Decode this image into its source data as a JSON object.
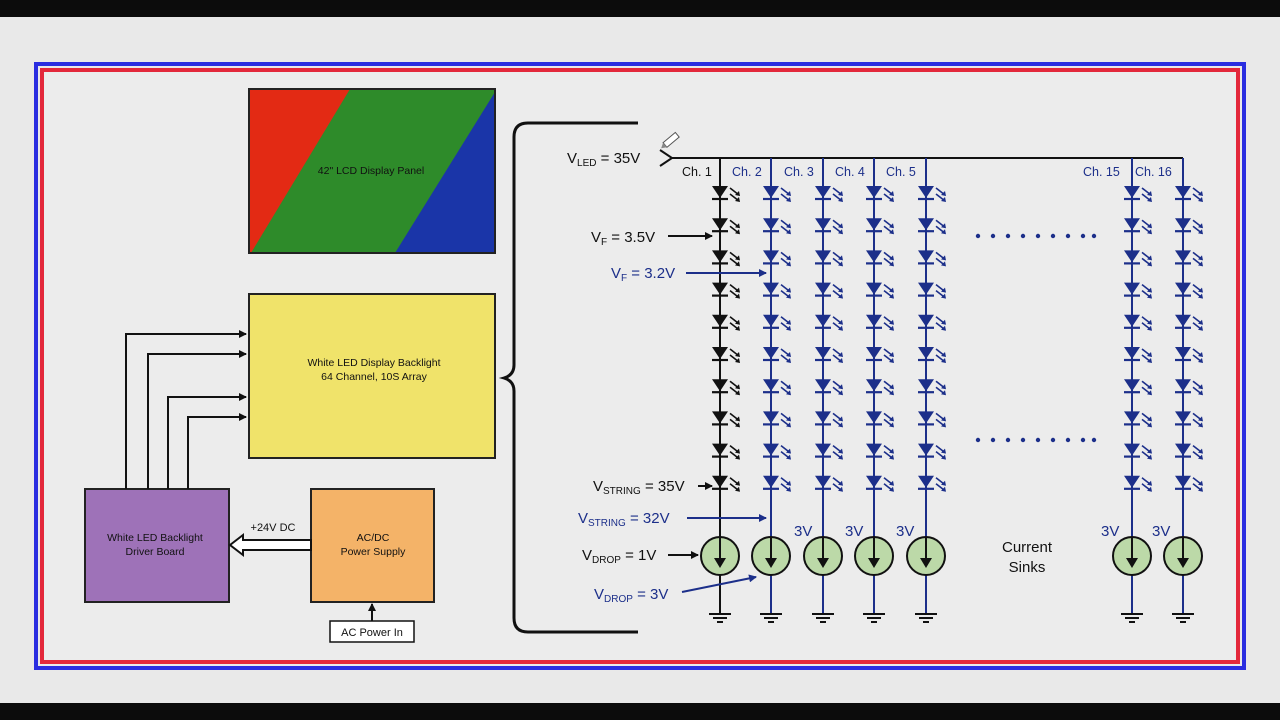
{
  "left": {
    "lcd_panel": "42\" LCD Display Panel",
    "backlight_line1": "White LED Display Backlight",
    "backlight_line2": "64 Channel, 10S Array",
    "driver_line1": "White LED Backlight",
    "driver_line2": "Driver Board",
    "psu_line1": "AC/DC",
    "psu_line2": "Power Supply",
    "dc_label": "+24V DC",
    "ac_in": "AC Power In"
  },
  "right": {
    "vled_main": "V",
    "vled_sub": "LED",
    "vled_val": " = 35V",
    "vf1_main": "V",
    "vf1_sub": "F",
    "vf1_val": " = 3.5V",
    "vf2_main": "V",
    "vf2_sub": "F",
    "vf2_val": " = 3.2V",
    "vstr1_main": "V",
    "vstr1_sub": "STRING",
    "vstr1_val": " = 35V",
    "vstr2_main": "V",
    "vstr2_sub": "STRING",
    "vstr2_val": " = 32V",
    "vdrop1_main": "V",
    "vdrop1_sub": "DROP",
    "vdrop1_val": " = 1V",
    "vdrop2_main": "V",
    "vdrop2_sub": "DROP",
    "vdrop2_val": " = 3V",
    "sinks_line1": "Current",
    "sinks_line2": "Sinks",
    "channels": [
      "Ch. 1",
      "Ch. 2",
      "Ch. 3",
      "Ch. 4",
      "Ch. 5",
      "Ch. 15",
      "Ch. 16"
    ],
    "sink_voltage": "3V"
  },
  "colors": {
    "blue": "#1c2f8a",
    "black": "#111111",
    "lcd_red": "#e32a14",
    "lcd_green": "#2e8b2a",
    "lcd_blue": "#1a35a8",
    "backlight": "#f0e36a",
    "driver": "#9e72b8",
    "psu": "#f4b368",
    "sink_fill": "#bcd9a8"
  }
}
